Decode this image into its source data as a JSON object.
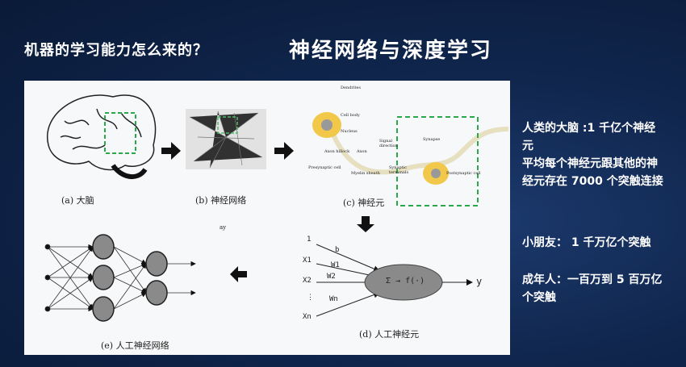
{
  "title": {
    "question": "机器的学习能力怎么来的？",
    "topic": "神经网络与深度学习"
  },
  "figure": {
    "captions": {
      "a": "(a) 大脑",
      "b": "(b) 神经网络",
      "c": "(c) 神经元",
      "d": "(d) 人工神经元",
      "e": "(e) 人工神经网络"
    },
    "neuron_labels": [
      "Dendrites",
      "Cell body",
      "Nucleus",
      "Axon hillock",
      "Axon",
      "Signal direction",
      "Synapse",
      "Presynaptic cell",
      "Myelin sheath",
      "Synaptic terminals",
      "Postsynaptic cell"
    ],
    "artificial_neuron": {
      "inputs": [
        "1",
        "X1",
        "X2",
        "⋮",
        "Xn"
      ],
      "weights": [
        "b",
        "W1",
        "W2",
        "Wn"
      ],
      "function": "Σ → f(·)",
      "output": "y"
    },
    "stray_text": "ay"
  },
  "facts": {
    "brain_line1": "人类的大脑 :1 千亿个神经",
    "brain_line2": "元",
    "avg_line1": "平均每个神经元跟其他的神",
    "avg_line2": "经元存在 7000 个突触连接",
    "child": "小朋友： 1 千万亿个突触",
    "adult_line1": "成年人：一百万到 5 百万亿",
    "adult_line2": "个突触"
  }
}
